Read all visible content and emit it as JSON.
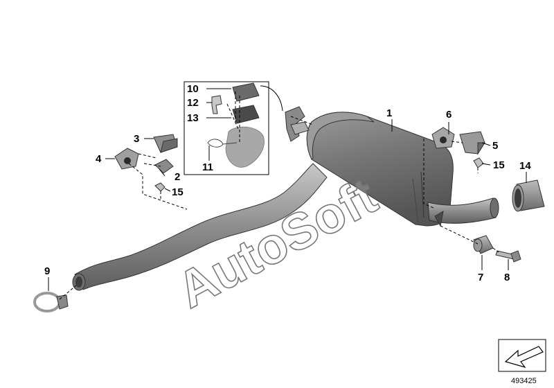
{
  "diagram": {
    "callouts": [
      {
        "id": "c1",
        "text": "1"
      },
      {
        "id": "c2",
        "text": "2"
      },
      {
        "id": "c3",
        "text": "3"
      },
      {
        "id": "c4",
        "text": "4"
      },
      {
        "id": "c5",
        "text": "5"
      },
      {
        "id": "c6",
        "text": "6"
      },
      {
        "id": "c7",
        "text": "7"
      },
      {
        "id": "c8",
        "text": "8"
      },
      {
        "id": "c9",
        "text": "9"
      },
      {
        "id": "c10",
        "text": "10"
      },
      {
        "id": "c11",
        "text": "11"
      },
      {
        "id": "c12",
        "text": "12"
      },
      {
        "id": "c13",
        "text": "13"
      },
      {
        "id": "c14",
        "text": "14"
      },
      {
        "id": "c15a",
        "text": "15"
      },
      {
        "id": "c15b",
        "text": "15"
      }
    ],
    "watermark": "AutoSoft",
    "document_number": "493425",
    "colors": {
      "part_fill": "#8a8a8a",
      "part_dark": "#5a5a5a",
      "part_light": "#c4c4c4",
      "line": "#000000",
      "background": "#ffffff"
    }
  }
}
